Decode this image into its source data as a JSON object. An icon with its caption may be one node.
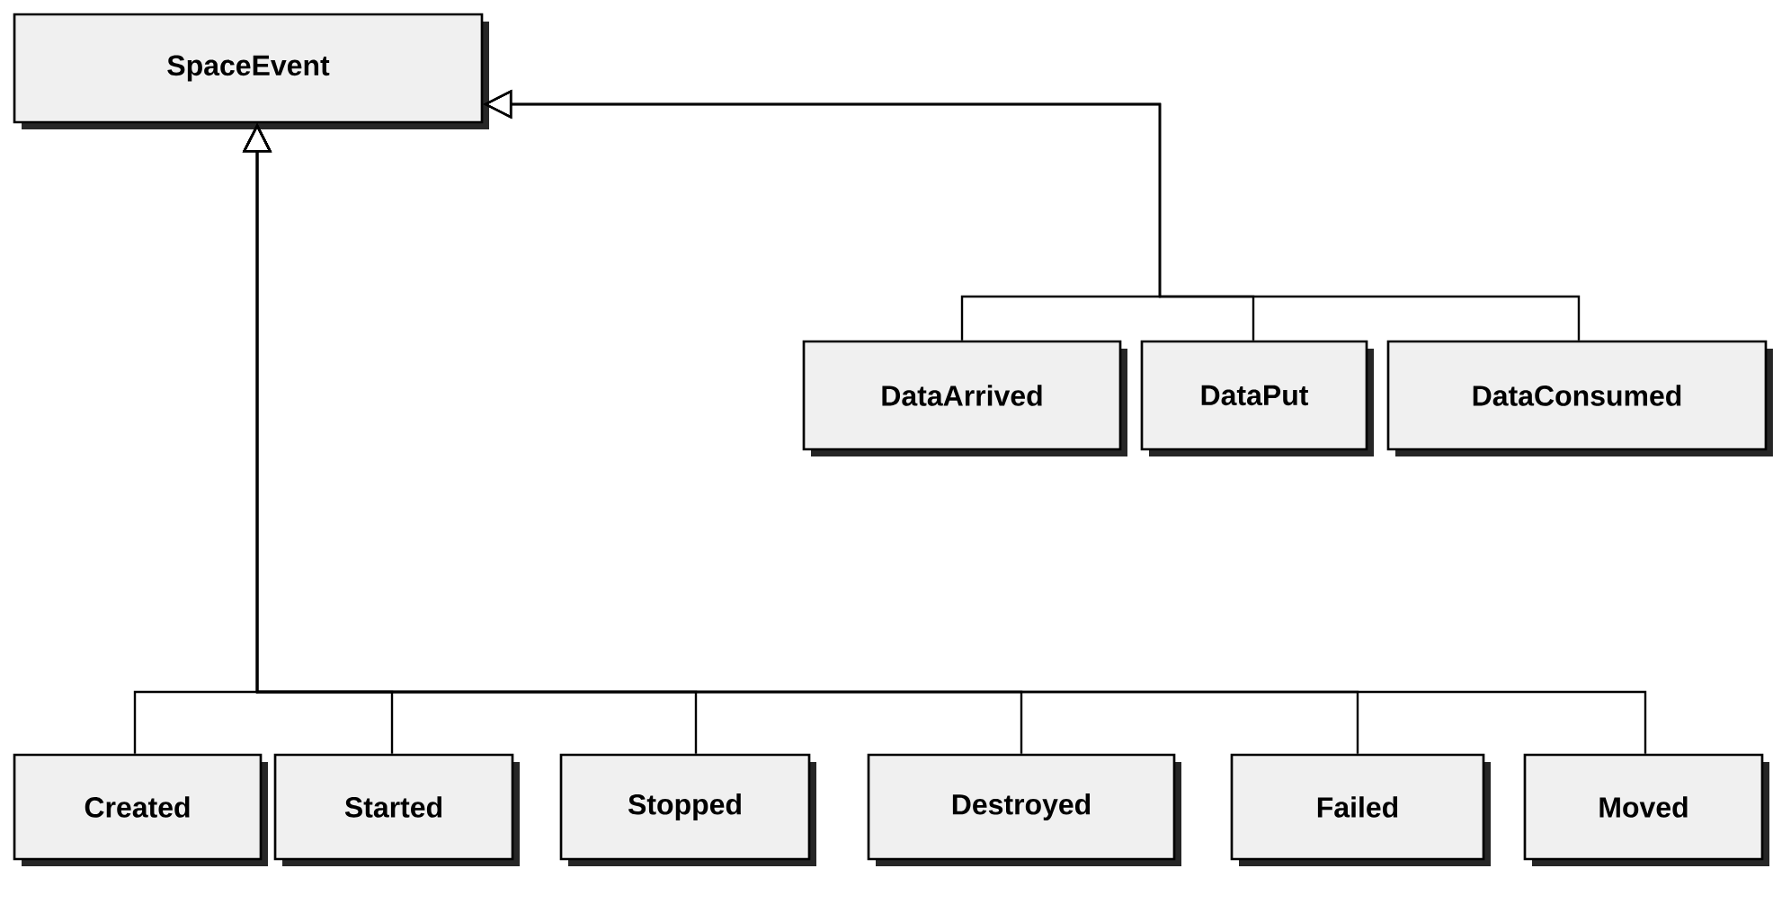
{
  "diagram": {
    "nodes": [
      {
        "text": [
          "SpaceEvent"
        ]
      },
      {
        "text": [
          "DataArrived"
        ]
      },
      {
        "text": [
          "DataPut"
        ]
      },
      {
        "text": [
          "DataConsumed"
        ]
      },
      {
        "text": [
          "Created"
        ]
      },
      {
        "text": [
          "Started"
        ]
      },
      {
        "text": [
          "Stopped"
        ]
      },
      {
        "text": [
          "Destroyed"
        ]
      },
      {
        "text": [
          "Failed"
        ]
      },
      {
        "text": [
          "Moved"
        ]
      }
    ],
    "edges": [
      {
        "from": 1,
        "to": 0,
        "arrow": "to"
      },
      {
        "from": 2,
        "to": 0,
        "arrow": "to"
      },
      {
        "from": 3,
        "to": 0,
        "arrow": "to"
      },
      {
        "from": 4,
        "to": 0,
        "arrow": "to"
      },
      {
        "from": 5,
        "to": 0,
        "arrow": "to"
      },
      {
        "from": 6,
        "to": 0,
        "arrow": "to"
      },
      {
        "from": 7,
        "to": 0,
        "arrow": "to"
      },
      {
        "from": 8,
        "to": 0,
        "arrow": "to"
      },
      {
        "from": 9,
        "to": 0,
        "arrow": "to"
      }
    ]
  }
}
